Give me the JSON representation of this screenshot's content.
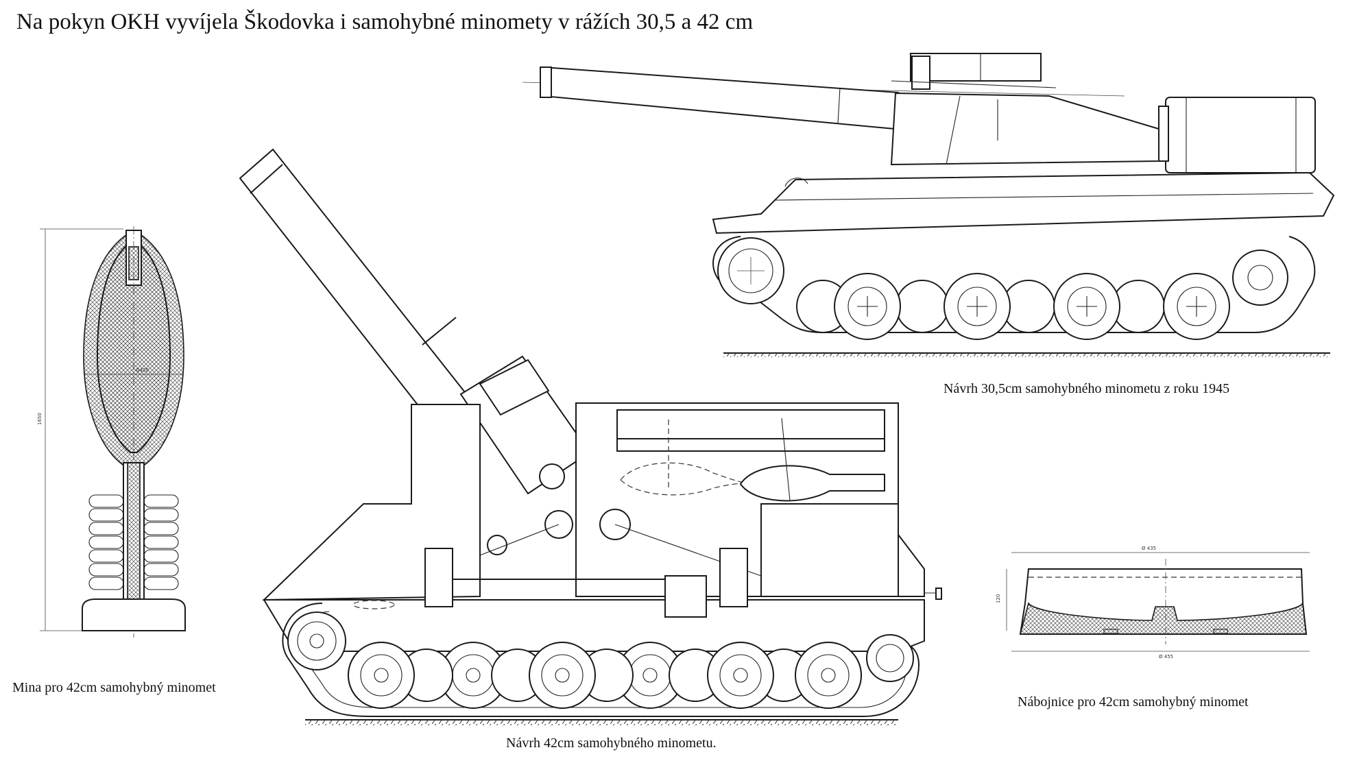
{
  "title": "Na pokyn OKH vyvíjela Škodovka i samohybné minomety v rážích 30,5 a 42 cm",
  "captions": {
    "mina": "Mina pro 42cm samohybný minomet",
    "mortar42": "Návrh 42cm samohybného minometu.",
    "mortar305": "Návrh 30,5cm samohybného minometu z roku 1945",
    "nabojnice": "Nábojnice pro 42cm samohybný minomet"
  },
  "dimension_labels": {
    "mina_diameter": "Ø420",
    "mina_length": "1650",
    "case_top_width": "Ø 435",
    "case_bottom_width": "Ø 455",
    "case_height": "120"
  }
}
